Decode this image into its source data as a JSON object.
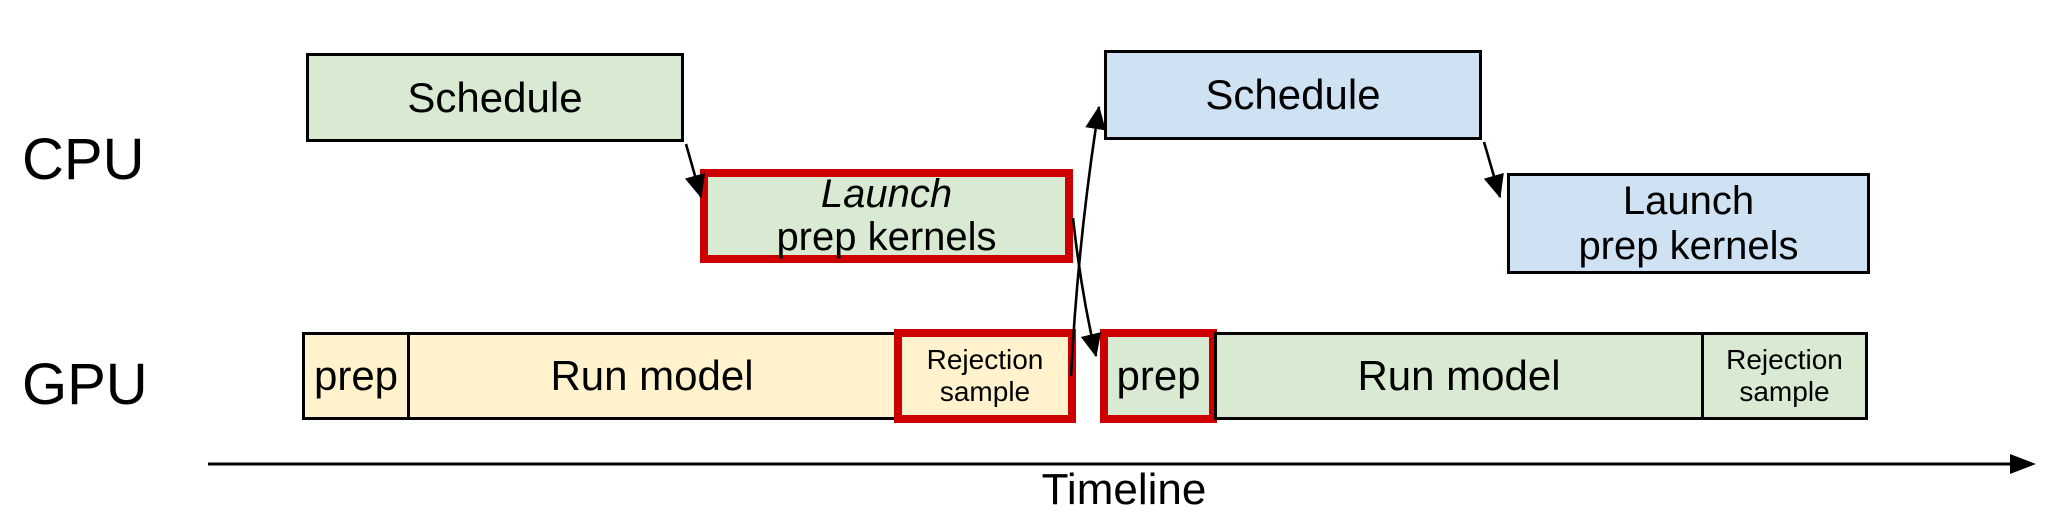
{
  "diagram": {
    "row_labels": {
      "cpu": "CPU",
      "gpu": "GPU"
    },
    "timeline_label": "Timeline",
    "colors": {
      "green_fill": "#d9ead3",
      "blue_fill": "#cfe2f3",
      "yellow_fill": "#fff2cc",
      "red_border": "#cc0000",
      "box_border": "#000000",
      "arrow": "#000000"
    },
    "cpu_row": {
      "schedule_1": "Schedule",
      "launch_1": {
        "line1": "Launch",
        "line2": "prep kernels"
      },
      "schedule_2": "Schedule",
      "launch_2": {
        "line1": "Launch",
        "line2": "prep kernels"
      }
    },
    "gpu_row": {
      "prep_1": "prep",
      "run_model_1": "Run model",
      "rejection_1": {
        "line1": "Rejection",
        "line2": "sample"
      },
      "prep_2": "prep",
      "run_model_2": "Run model",
      "rejection_2": {
        "line1": "Rejection",
        "line2": "sample"
      }
    }
  }
}
